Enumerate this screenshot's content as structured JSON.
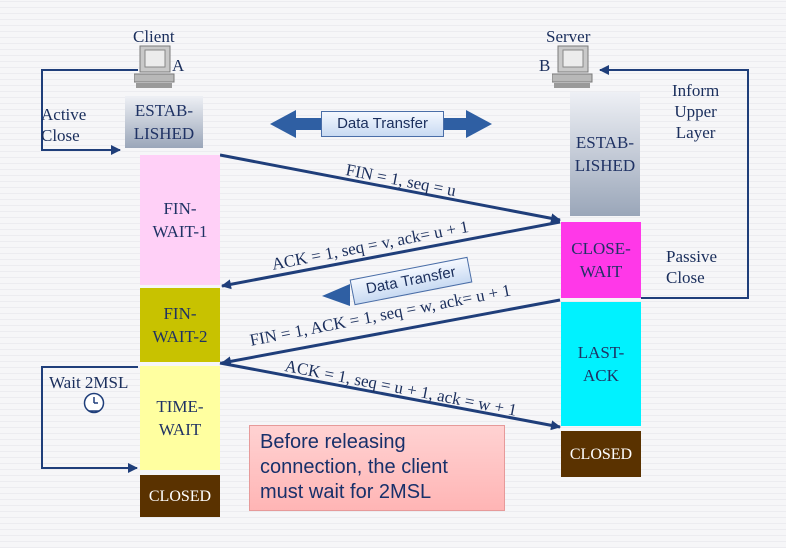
{
  "client": {
    "title": "Client",
    "letter": "A"
  },
  "server": {
    "title": "Server",
    "letter": "B"
  },
  "labels": {
    "active_close": "Active\nClose",
    "inform_upper_layer": "Inform\nUpper\nLayer",
    "passive_close": "Passive\nClose",
    "wait_2msl": "Wait 2MSL"
  },
  "client_states": [
    {
      "label": "ESTAB-\nLISHED"
    },
    {
      "label": "FIN-\nWAIT-1"
    },
    {
      "label": "FIN-\nWAIT-2"
    },
    {
      "label": "TIME-\nWAIT"
    },
    {
      "label": "CLOSED"
    }
  ],
  "server_states": [
    {
      "label": "ESTAB-\nLISHED"
    },
    {
      "label": "CLOSE-\nWAIT"
    },
    {
      "label": "LAST-\nACK"
    },
    {
      "label": "CLOSED"
    }
  ],
  "data_transfer": [
    "Data Transfer",
    "Data Transfer"
  ],
  "messages": [
    "FIN = 1, seq = u",
    "ACK = 1, seq = v, ack= u + 1",
    "FIN = 1, ACK = 1, seq = w, ack= u + 1",
    "ACK = 1, seq = u + 1, ack = w + 1"
  ],
  "note": "Before releasing\nconnection, the client\nmust wait for 2MSL",
  "icons": [
    "computer-icon",
    "clock-icon"
  ]
}
